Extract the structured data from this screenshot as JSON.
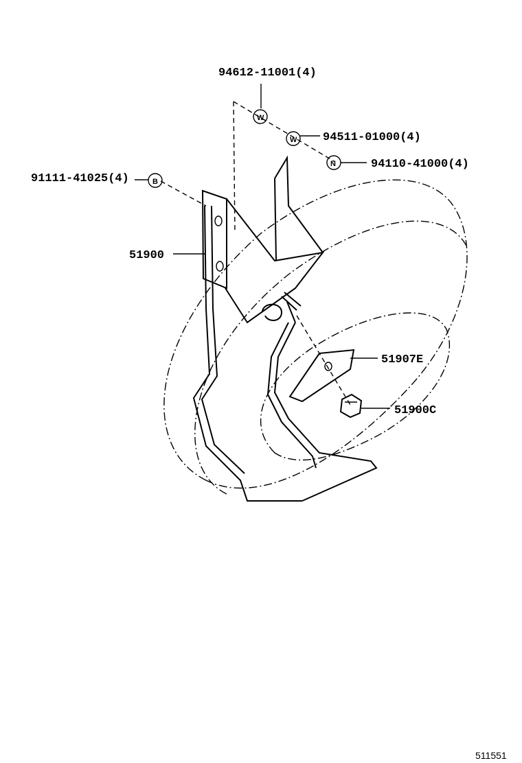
{
  "callouts": {
    "washer_w1": {
      "part": "94612-11001(4)",
      "symbol": "W"
    },
    "washer_w2": {
      "part": "94511-01000(4)",
      "symbol": "W"
    },
    "nut_n": {
      "part": "94110-41000(4)",
      "symbol": "N"
    },
    "bolt_b": {
      "part": "91111-41025(4)",
      "symbol": "B"
    },
    "carrier": {
      "part": "51900"
    },
    "plate": {
      "part": "51907E"
    },
    "nut": {
      "part": "51900C"
    }
  },
  "footer": {
    "ref_number": "511551"
  }
}
